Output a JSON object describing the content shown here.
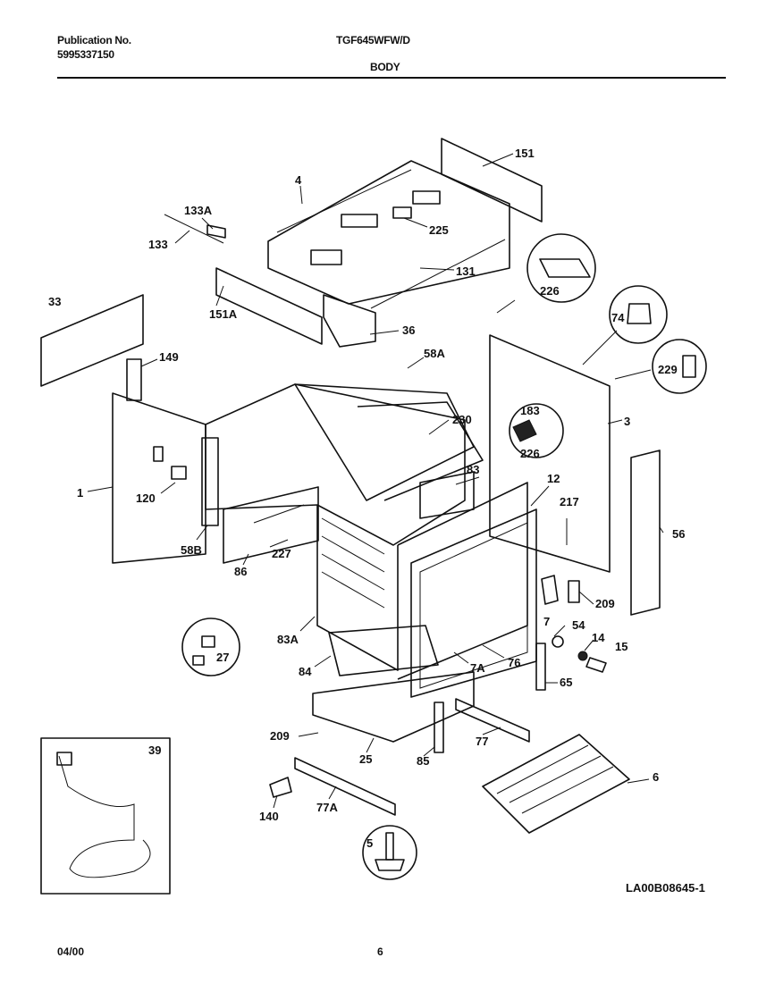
{
  "header": {
    "publication_label": "Publication No.",
    "publication_number": "5995337150",
    "model": "TGF645WFW/D",
    "section": "BODY"
  },
  "footer": {
    "date": "04/00",
    "page": "6",
    "drawing_id": "LA00B08645-1"
  },
  "parts": [
    "151",
    "4",
    "133A",
    "225",
    "133",
    "131",
    "226",
    "33",
    "151A",
    "36",
    "74",
    "149",
    "58A",
    "229",
    "183",
    "230",
    "3",
    "226",
    "83",
    "1",
    "12",
    "120",
    "217",
    "56",
    "58B",
    "227",
    "86",
    "209",
    "54",
    "7",
    "14",
    "15",
    "83A",
    "27",
    "7A",
    "84",
    "76",
    "65",
    "209",
    "77",
    "25",
    "85",
    "39",
    "6",
    "140",
    "77A",
    "5"
  ]
}
